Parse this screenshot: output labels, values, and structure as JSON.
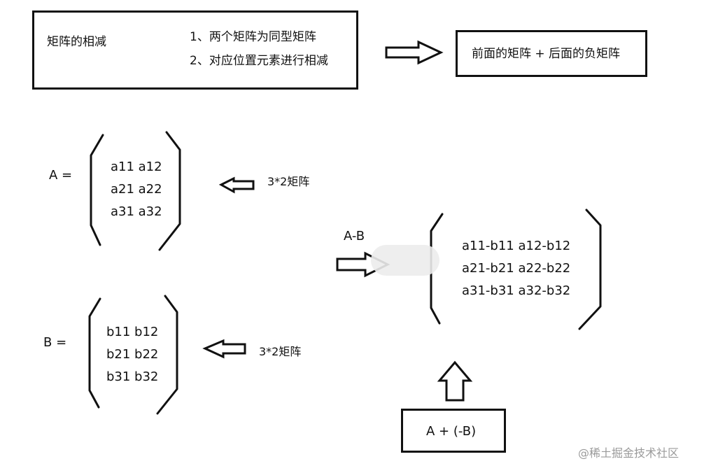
{
  "top_box": {
    "title": "矩阵的相减",
    "rule1": "1、两个矩阵为同型矩阵",
    "rule2": "2、对应位置元素进行相减"
  },
  "result_box": {
    "text": "前面的矩阵 + 后面的负矩阵"
  },
  "matrix_a": {
    "label": "A  =",
    "rows": [
      "a11 a12",
      "a21 a22",
      "a31 a32"
    ],
    "note": "3*2矩阵"
  },
  "matrix_b": {
    "label": "B   =",
    "rows": [
      "b11  b12",
      "b21 b22",
      "b31 b32"
    ],
    "note": "3*2矩阵"
  },
  "difference": {
    "label": "A-B",
    "rows": [
      "a11-b11 a12-b12",
      "a21-b21 a22-b22",
      "a31-b31 a32-b32"
    ]
  },
  "sum_box": {
    "text": "A + (-B)"
  },
  "watermark": "@稀土掘金技术社区",
  "colors": {
    "stroke": "#111111",
    "watermark": "#9a9a9a",
    "background": "#ffffff"
  }
}
